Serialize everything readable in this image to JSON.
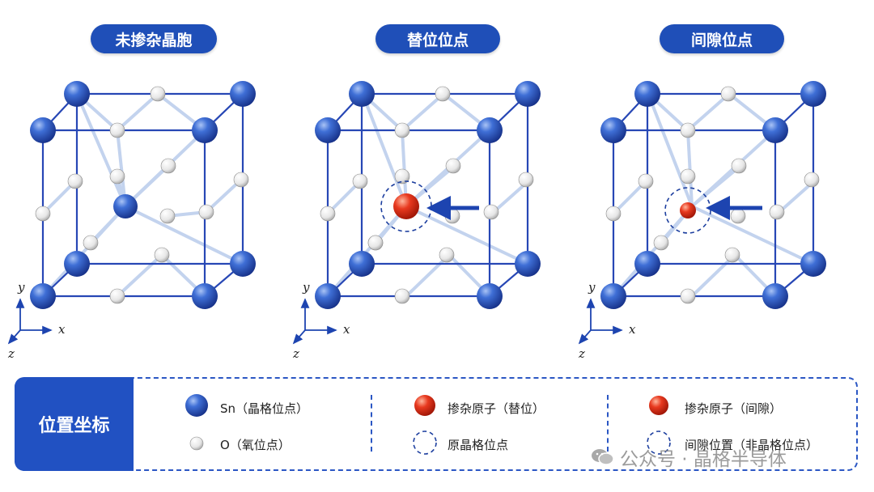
{
  "panels": [
    {
      "title": "未掺杂晶胞"
    },
    {
      "title": "替位位点"
    },
    {
      "title": "间隙位点"
    }
  ],
  "axes": {
    "x": "x",
    "y": "y",
    "z": "z"
  },
  "legend": {
    "title": "位置坐标",
    "sn": "Sn（晶格位点）",
    "o": "O（氧位点）",
    "dopant_sub": "掺杂原子（替位）",
    "orig_site": "原晶格位点",
    "dopant_int": "掺杂原子（间隙）",
    "int_site": "间隙位置（非晶格位点）"
  },
  "watermark": "公众号 · 晶格半导体",
  "colors": {
    "sn_blue": "#1e4fc0",
    "dopant_red": "#e2301f",
    "frame_blue": "#2747b5",
    "bond_light": "#c3d3ee"
  }
}
